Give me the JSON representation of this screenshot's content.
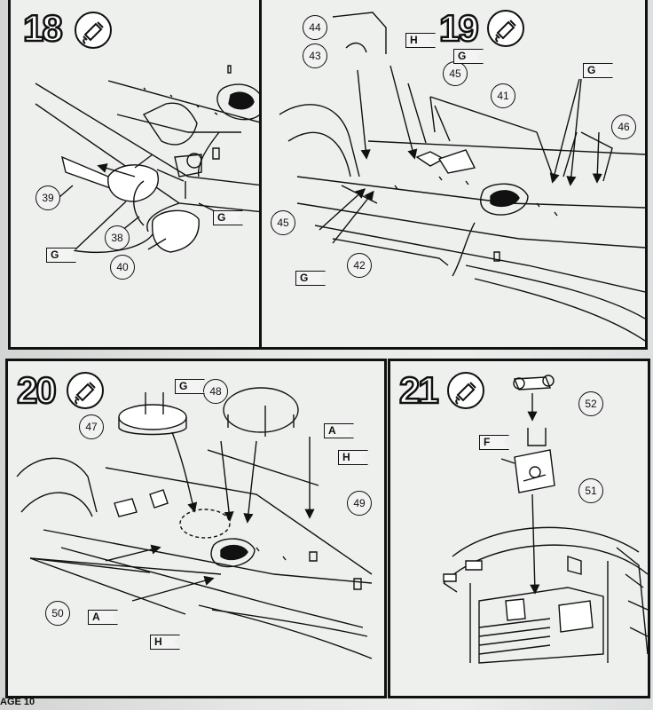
{
  "page": {
    "label": "AGE 10"
  },
  "steps": [
    {
      "number": "18",
      "parts": [
        "39",
        "38",
        "40"
      ],
      "flags": [
        "G",
        "G"
      ]
    },
    {
      "number": "19",
      "parts": [
        "44",
        "43",
        "45",
        "41",
        "46",
        "45",
        "42"
      ],
      "flags": [
        "H",
        "G",
        "G",
        "G"
      ]
    },
    {
      "number": "20",
      "parts": [
        "47",
        "48",
        "49",
        "50"
      ],
      "flags": [
        "G",
        "A",
        "H",
        "A",
        "H"
      ]
    },
    {
      "number": "21",
      "parts": [
        "52",
        "51"
      ],
      "flags": [
        "F"
      ]
    }
  ],
  "icons": {
    "glue": "glue-tube-icon"
  },
  "colors": {
    "line": "#111111",
    "paper": "#eef0ee"
  }
}
